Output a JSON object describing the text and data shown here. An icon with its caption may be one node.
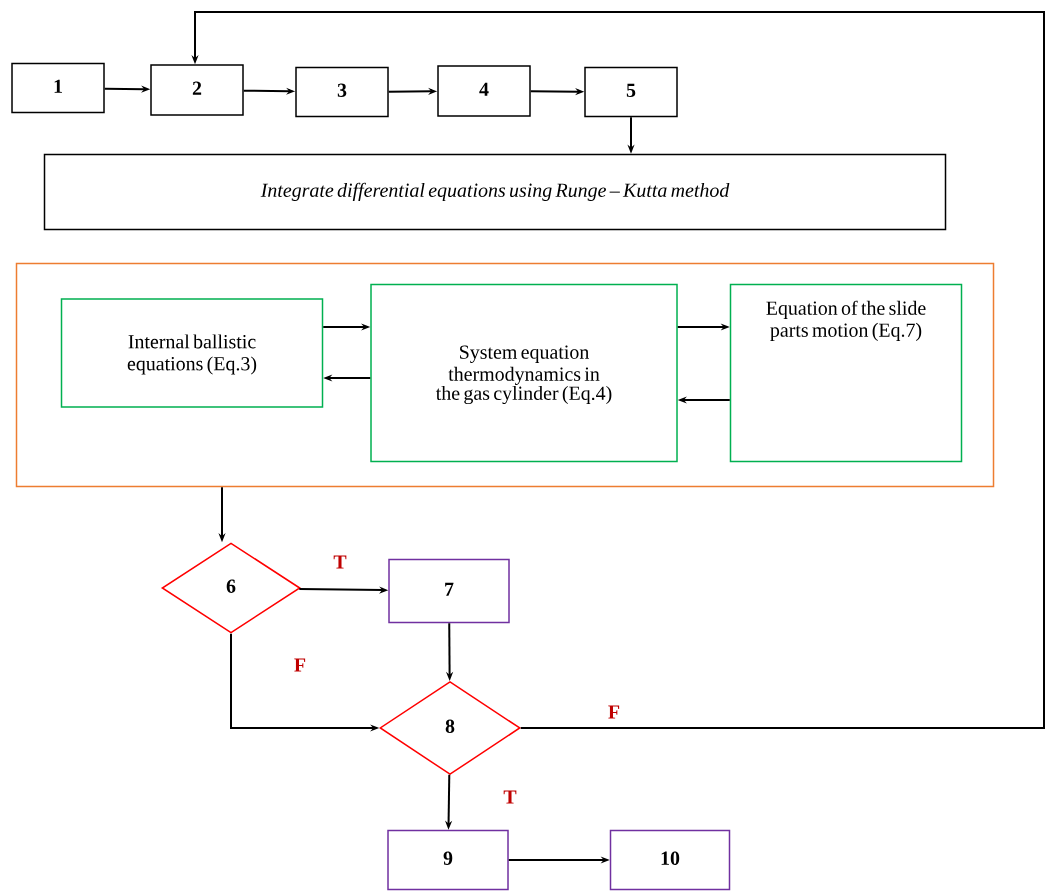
{
  "diagram": {
    "nodes": [
      {
        "text": [
          "1"
        ]
      },
      {
        "text": [
          "2"
        ]
      },
      {
        "text": [
          "3"
        ]
      },
      {
        "text": [
          "4"
        ]
      },
      {
        "text": [
          "5"
        ]
      },
      {
        "text": [
          "Integrate differential equations using Runge – Kutta method"
        ]
      },
      {
        "text": [],
        "shape": "box"
      },
      {
        "text": [
          "Internal ballistic equations (Eq.3)"
        ],
        "in": 6
      },
      {
        "text": [
          "System equation thermodynamics in the gas cylinder (Eq.4)"
        ],
        "in": 6
      },
      {
        "text": [
          "Equation of the slide parts motion  (Eq.7)"
        ],
        "in": 6
      },
      {
        "text": [
          "6"
        ]
      },
      {
        "text": [
          "7"
        ]
      },
      {
        "text": [
          "8"
        ]
      },
      {
        "text": [
          "9"
        ]
      },
      {
        "text": [
          "10"
        ]
      }
    ],
    "edges": [
      {
        "from": 0,
        "to": 1,
        "arrow": "to"
      },
      {
        "from": 1,
        "to": 2,
        "arrow": "to"
      },
      {
        "from": 2,
        "to": 3,
        "arrow": "to"
      },
      {
        "from": 3,
        "to": 4,
        "arrow": "to"
      },
      {
        "from": 4,
        "to": 5,
        "arrow": "to"
      },
      {
        "from": 7,
        "to": 8,
        "arrow": "to"
      },
      {
        "from": 8,
        "to": 7,
        "arrow": "to"
      },
      {
        "from": 8,
        "to": 9,
        "arrow": "to"
      },
      {
        "from": 9,
        "to": 8,
        "arrow": "to"
      },
      {
        "from": 6,
        "to": 10,
        "arrow": "to"
      },
      {
        "from": 10,
        "to": 11,
        "arrow": "to",
        "label": "T"
      },
      {
        "from": 10,
        "to": 12,
        "arrow": "to",
        "label": "F"
      },
      {
        "from": 11,
        "to": 12,
        "arrow": "to"
      },
      {
        "from": 12,
        "to": 1,
        "arrow": "to",
        "label": "F"
      },
      {
        "from": 12,
        "to": 13,
        "arrow": "to",
        "label": "T"
      },
      {
        "from": 13,
        "to": 14,
        "arrow": "to"
      }
    ]
  }
}
